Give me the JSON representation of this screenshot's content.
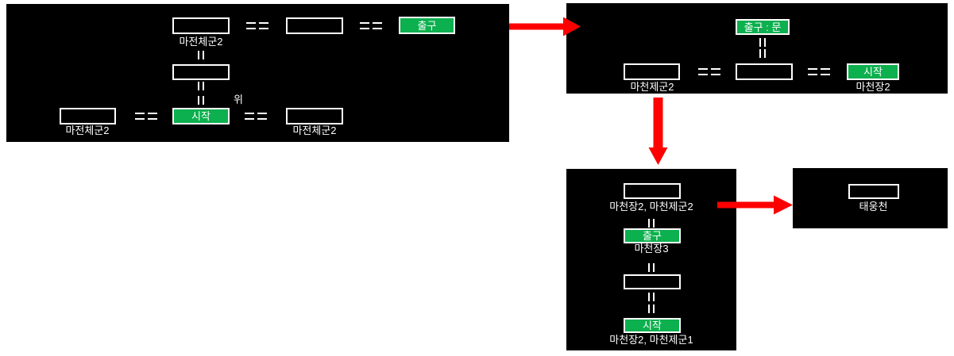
{
  "colors": {
    "node_green": "#0CB04E",
    "arrow_red": "#FE0000",
    "panel_background": "#000000",
    "line_white": "#FFFFFF",
    "text_white": "#FFFFFF"
  },
  "panel1": {
    "label_top_box": "마전체군2",
    "exit": "출구",
    "note": "위",
    "start": "시작",
    "label_bottom_left": "마전체군2",
    "label_bottom_right": "마전체군2"
  },
  "panel2": {
    "exit_door": "출구 : 문",
    "label_left_box": "마천제군2",
    "start": "시작",
    "label_start_box": "마천장2"
  },
  "panel3": {
    "label_top_box": "마천장2, 마천제군2",
    "exit": "출구",
    "label_exit_box": "마천장3",
    "start": "시작",
    "label_bottom_box": "마천장2, 마천제군1"
  },
  "panel4": {
    "label_box": "태웅천"
  }
}
